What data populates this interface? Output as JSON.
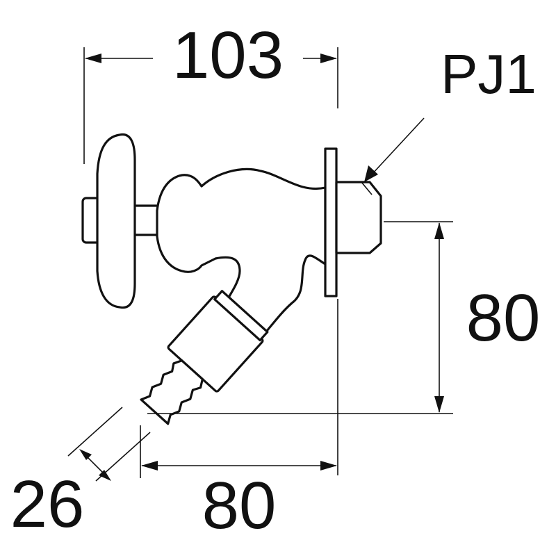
{
  "diagram": {
    "dimensions": {
      "top_width": "103",
      "thread": "PJ1",
      "right_height": "80",
      "bottom_width": "80",
      "outlet_diameter": "26"
    },
    "colors": {
      "line": "#111111",
      "background": "#ffffff"
    }
  }
}
